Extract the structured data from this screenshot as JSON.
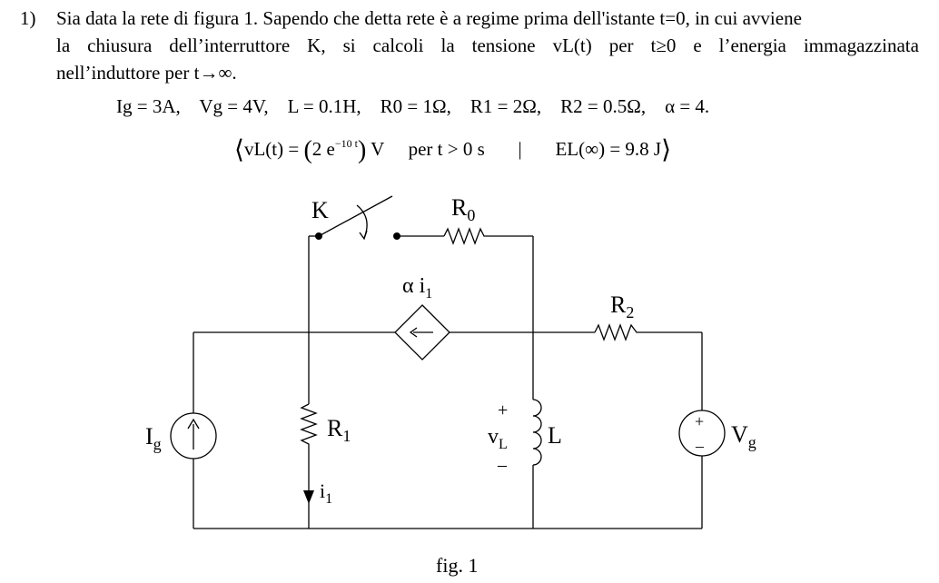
{
  "problem": {
    "number": "1)",
    "line1": "Sia data la rete di figura 1. Sapendo che detta rete è a regime prima dell'istante t=0, in cui avviene",
    "line2_words": [
      "la",
      "chiusura",
      "dell’interruttore",
      "K,",
      "si",
      "calcoli",
      "la",
      "tensione",
      "vL(t)",
      "per",
      "t≥0",
      "e",
      "l’energia",
      "immagazzinata"
    ],
    "line3": "nell’induttore per t→∞."
  },
  "params": {
    "Ig": "Ig = 3A,",
    "Vg": "Vg = 4V,",
    "L": "L = 0.1H,",
    "R0": "R0 = 1Ω,",
    "R1": "R1 = 2Ω,",
    "R2": "R2 = 0.5Ω,",
    "alpha": "α = 4."
  },
  "answer": {
    "vl_lhs": "vL(t) = ",
    "vl_coef": "2 e",
    "vl_exp": "−10 t",
    "vl_unit": "V",
    "cond": "per t > 0 s",
    "sep": "|",
    "energy": "EL(∞) = 9.8 J"
  },
  "figure": {
    "switch_label": "K",
    "r0_label": "R",
    "r0_sub": "0",
    "r1_label": "R",
    "r1_sub": "1",
    "r2_label": "R",
    "r2_sub": "2",
    "inductor_label": "L",
    "vl_label": "v",
    "vl_sub": "L",
    "plus": "+",
    "minus": "–",
    "ig_label": "I",
    "ig_sub": "g",
    "vg_label": "V",
    "vg_sub": "g",
    "dep_alpha": "α i",
    "dep_sub": "1",
    "i1_label": "i",
    "i1_sub": "1",
    "caption": "fig. 1"
  }
}
